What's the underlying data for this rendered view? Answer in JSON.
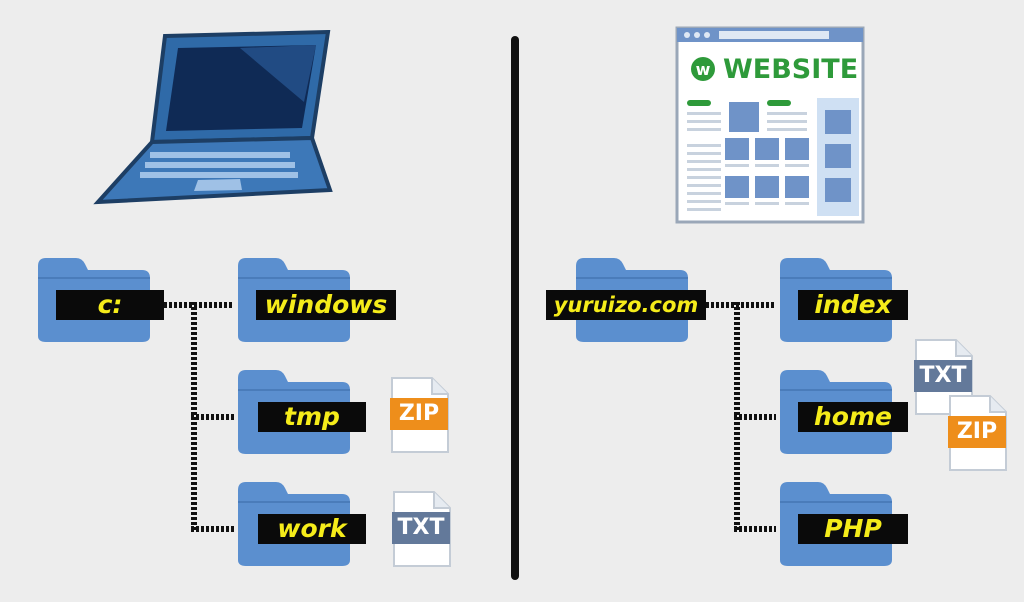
{
  "left": {
    "root": "c:",
    "children": [
      "windows",
      "tmp",
      "work"
    ],
    "files": {
      "tmp": "ZIP",
      "work": "TXT"
    }
  },
  "right": {
    "root": "yuruizo.com",
    "children": [
      "index",
      "home",
      "PHP"
    ],
    "files": {
      "home": [
        "TXT",
        "ZIP"
      ]
    }
  },
  "website_title": "WEBSITE",
  "website_logo_letter": "w",
  "colors": {
    "folder_blue": "#5b8fcf",
    "label_bg": "#0a0a0a",
    "label_text": "#f5ec1a",
    "zip_orange": "#ee8e1b",
    "txt_slate": "#63799a",
    "site_green": "#2e9a3a"
  }
}
